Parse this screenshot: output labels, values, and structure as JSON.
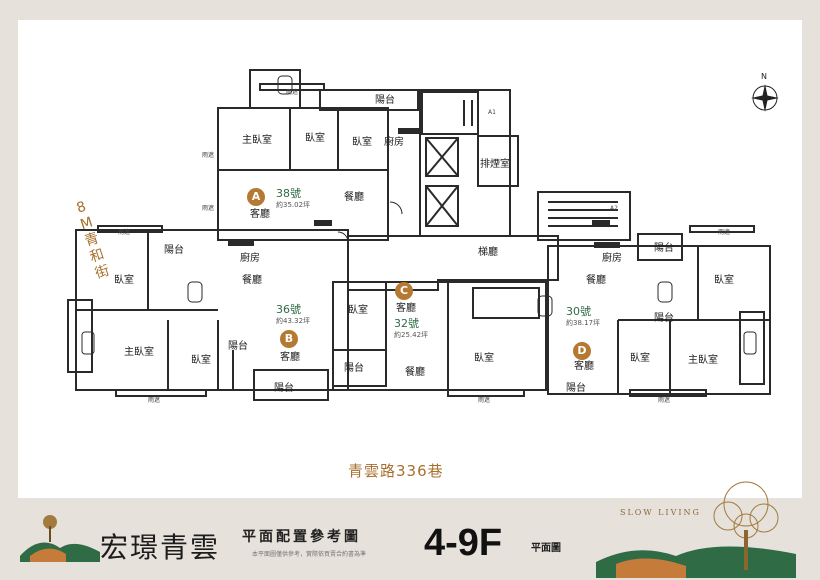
{
  "street": {
    "main": "青雲路336巷",
    "side": [
      "8",
      "M",
      "青",
      "和",
      "街"
    ]
  },
  "north_label": "N",
  "units": [
    {
      "badge": "A",
      "number": "38號",
      "area": "約35.02坪",
      "living": "客廳",
      "dining": "餐廳",
      "kitchen": "廚房",
      "master": "主臥室",
      "bed1": "臥室",
      "bed2": "臥室",
      "balcony": "陽台"
    },
    {
      "badge": "B",
      "number": "36號",
      "area": "約43.32坪",
      "living": "客廳",
      "dining": "餐廳",
      "kitchen": "廚房",
      "master": "主臥室",
      "bed1": "臥室",
      "bed2": "臥室",
      "balcony1": "陽台",
      "balcony2": "陽台",
      "balcony3": "陽台"
    },
    {
      "badge": "C",
      "number": "32號",
      "area": "約25.42坪",
      "living": "客廳",
      "dining": "餐廳",
      "bed1": "臥室",
      "bed2": "臥室",
      "balcony": "陽台"
    },
    {
      "badge": "D",
      "number": "30號",
      "area": "約38.17坪",
      "living": "客廳",
      "dining": "餐廳",
      "kitchen": "廚房",
      "master": "主臥室",
      "bed1": "臥室",
      "bed2": "臥室",
      "balcony1": "陽台",
      "balcony2": "陽台",
      "balcony3": "陽台"
    }
  ],
  "common": {
    "stair_hall": "梯廳",
    "smoke_room": "排煙室"
  },
  "small_labels": {
    "rain": "雨遮",
    "a1": "A1",
    "a2": "A2"
  },
  "footer": {
    "project_name": "宏璟青雲",
    "plan_title": "平面配置參考圖",
    "disclaimer": "本平面圖僅供參考，實際依買賣合約書為準",
    "floor_range": "4-9F",
    "floor_suffix": "平面圖",
    "slogan": "SLOW LIVING"
  },
  "colors": {
    "accent": "#a86f2e",
    "badge": "#b57a32",
    "unit_number": "#2f6b45",
    "wall": "#2a2a2a",
    "background": "#e6e1da"
  }
}
